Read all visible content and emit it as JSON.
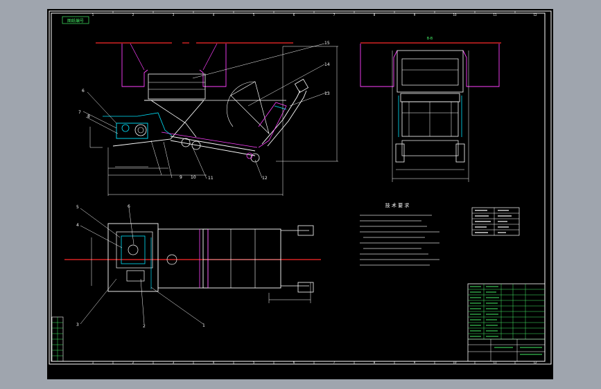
{
  "title_block_top_left": "图纸编号",
  "technical_requirements": {
    "heading": "技 术 要 求"
  },
  "top_view_label": "B-B",
  "colors": {
    "background": "#000000",
    "frame": "#ffffff",
    "cyan_line": "#00e5ff",
    "magenta": "#ff40ff",
    "red_centerline": "#ff2a2a",
    "green_annotation": "#44ee66",
    "yellow_dim": "#ffff44",
    "outer_page": "#9fa5ae"
  },
  "balloons": {
    "side_view": [
      "6",
      "7",
      "8",
      "9",
      "10",
      "11",
      "12",
      "13",
      "14",
      "15"
    ],
    "plan_view": [
      "1",
      "2",
      "3",
      "4",
      "5",
      "6"
    ]
  },
  "border_zone_marks": {
    "top": [
      "1",
      "2",
      "3",
      "4",
      "5",
      "6",
      "7",
      "8",
      "9",
      "10",
      "11",
      "12"
    ],
    "bottom": [
      "1",
      "2",
      "3",
      "4",
      "5",
      "6",
      "7",
      "8",
      "9",
      "10",
      "11",
      "12"
    ]
  }
}
